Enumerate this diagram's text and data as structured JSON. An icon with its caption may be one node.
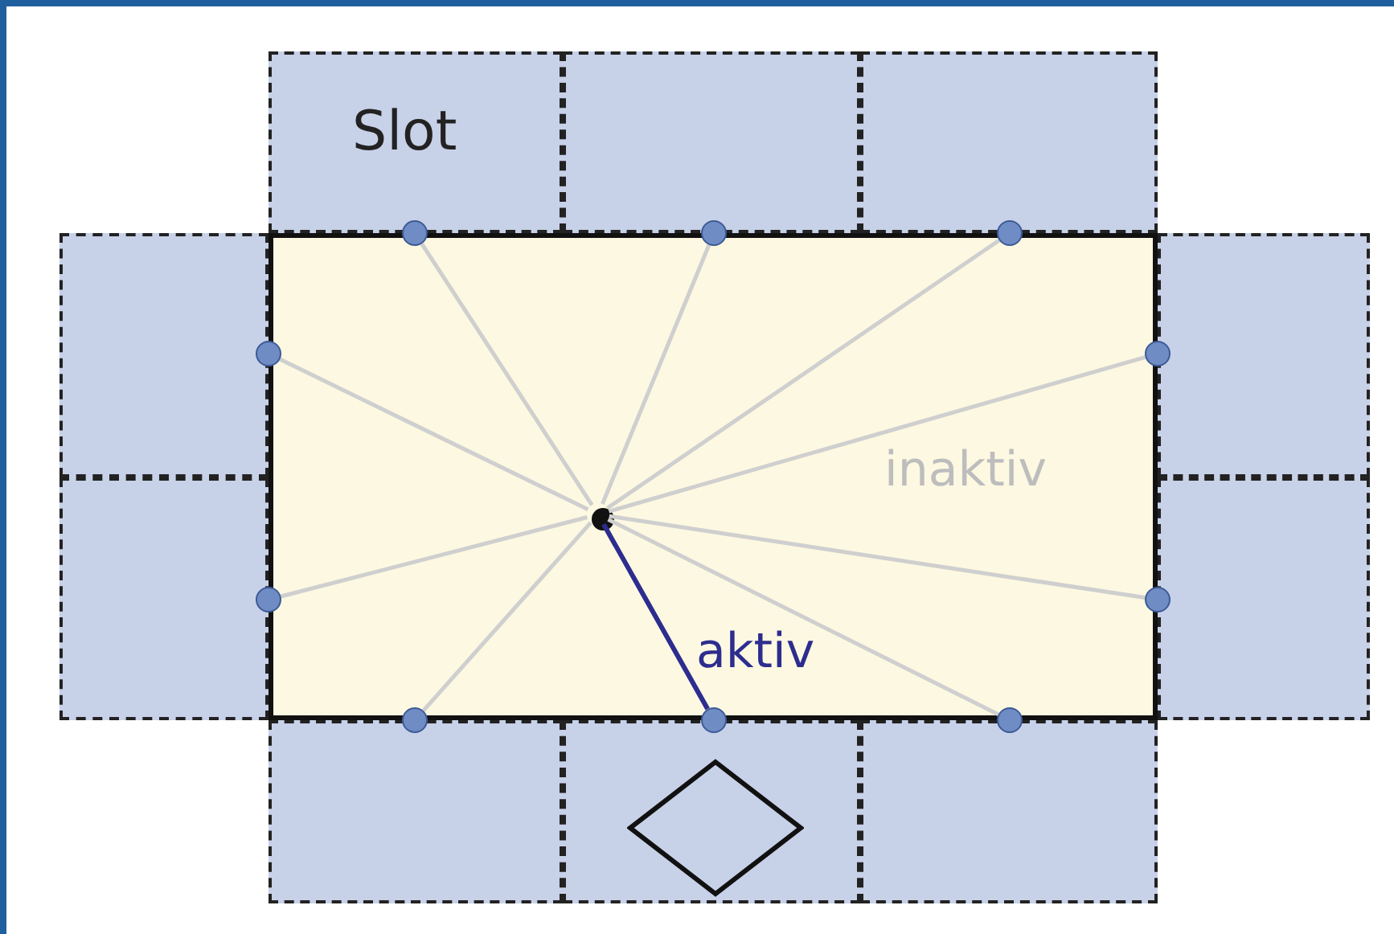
{
  "diagram": {
    "nodes": [
      {
        "text": [
          "Slot"
        ]
      },
      {
        "text": [],
        "shape": "box"
      },
      {
        "text": [],
        "shape": "box"
      },
      {
        "text": [],
        "shape": "box"
      },
      {
        "text": [],
        "shape": "box"
      },
      {
        "text": [],
        "shape": "box"
      },
      {
        "text": [],
        "shape": "box"
      },
      {
        "text": [],
        "shape": "box"
      },
      {
        "text": [],
        "shape": "box"
      },
      {
        "text": [],
        "shape": "box"
      },
      {
        "text": [],
        "shape": "box"
      },
      {
        "text": [],
        "shape": "diamond",
        "in": 9
      },
      {
        "text": [],
        "shape": "circle",
        "in": 4
      },
      {
        "text": [],
        "shape": "circle"
      },
      {
        "text": [],
        "shape": "circle"
      },
      {
        "text": [],
        "shape": "circle"
      },
      {
        "text": [],
        "shape": "circle"
      },
      {
        "text": [],
        "shape": "circle"
      },
      {
        "text": [],
        "shape": "circle"
      },
      {
        "text": [],
        "shape": "circle"
      },
      {
        "text": [],
        "shape": "circle"
      },
      {
        "text": [],
        "shape": "circle"
      },
      {
        "text": [],
        "shape": "circle"
      }
    ],
    "edges": [
      {
        "from": 12,
        "to": 13,
        "arrow": "none"
      },
      {
        "from": 12,
        "to": 14,
        "arrow": "none"
      },
      {
        "from": 12,
        "to": 15,
        "arrow": "none"
      },
      {
        "from": 12,
        "to": 16,
        "arrow": "none"
      },
      {
        "from": 12,
        "to": 17,
        "arrow": "none"
      },
      {
        "from": 12,
        "to": 18,
        "arrow": "none"
      },
      {
        "from": 12,
        "to": 19,
        "arrow": "none"
      },
      {
        "from": 12,
        "to": 20,
        "arrow": "none"
      },
      {
        "from": 12,
        "to": 21,
        "arrow": "none",
        "label": "aktiv",
        "color": "#2d2d8f"
      },
      {
        "from": 12,
        "to": 22,
        "arrow": "none"
      }
    ],
    "labels": [
      "inaktiv"
    ]
  }
}
